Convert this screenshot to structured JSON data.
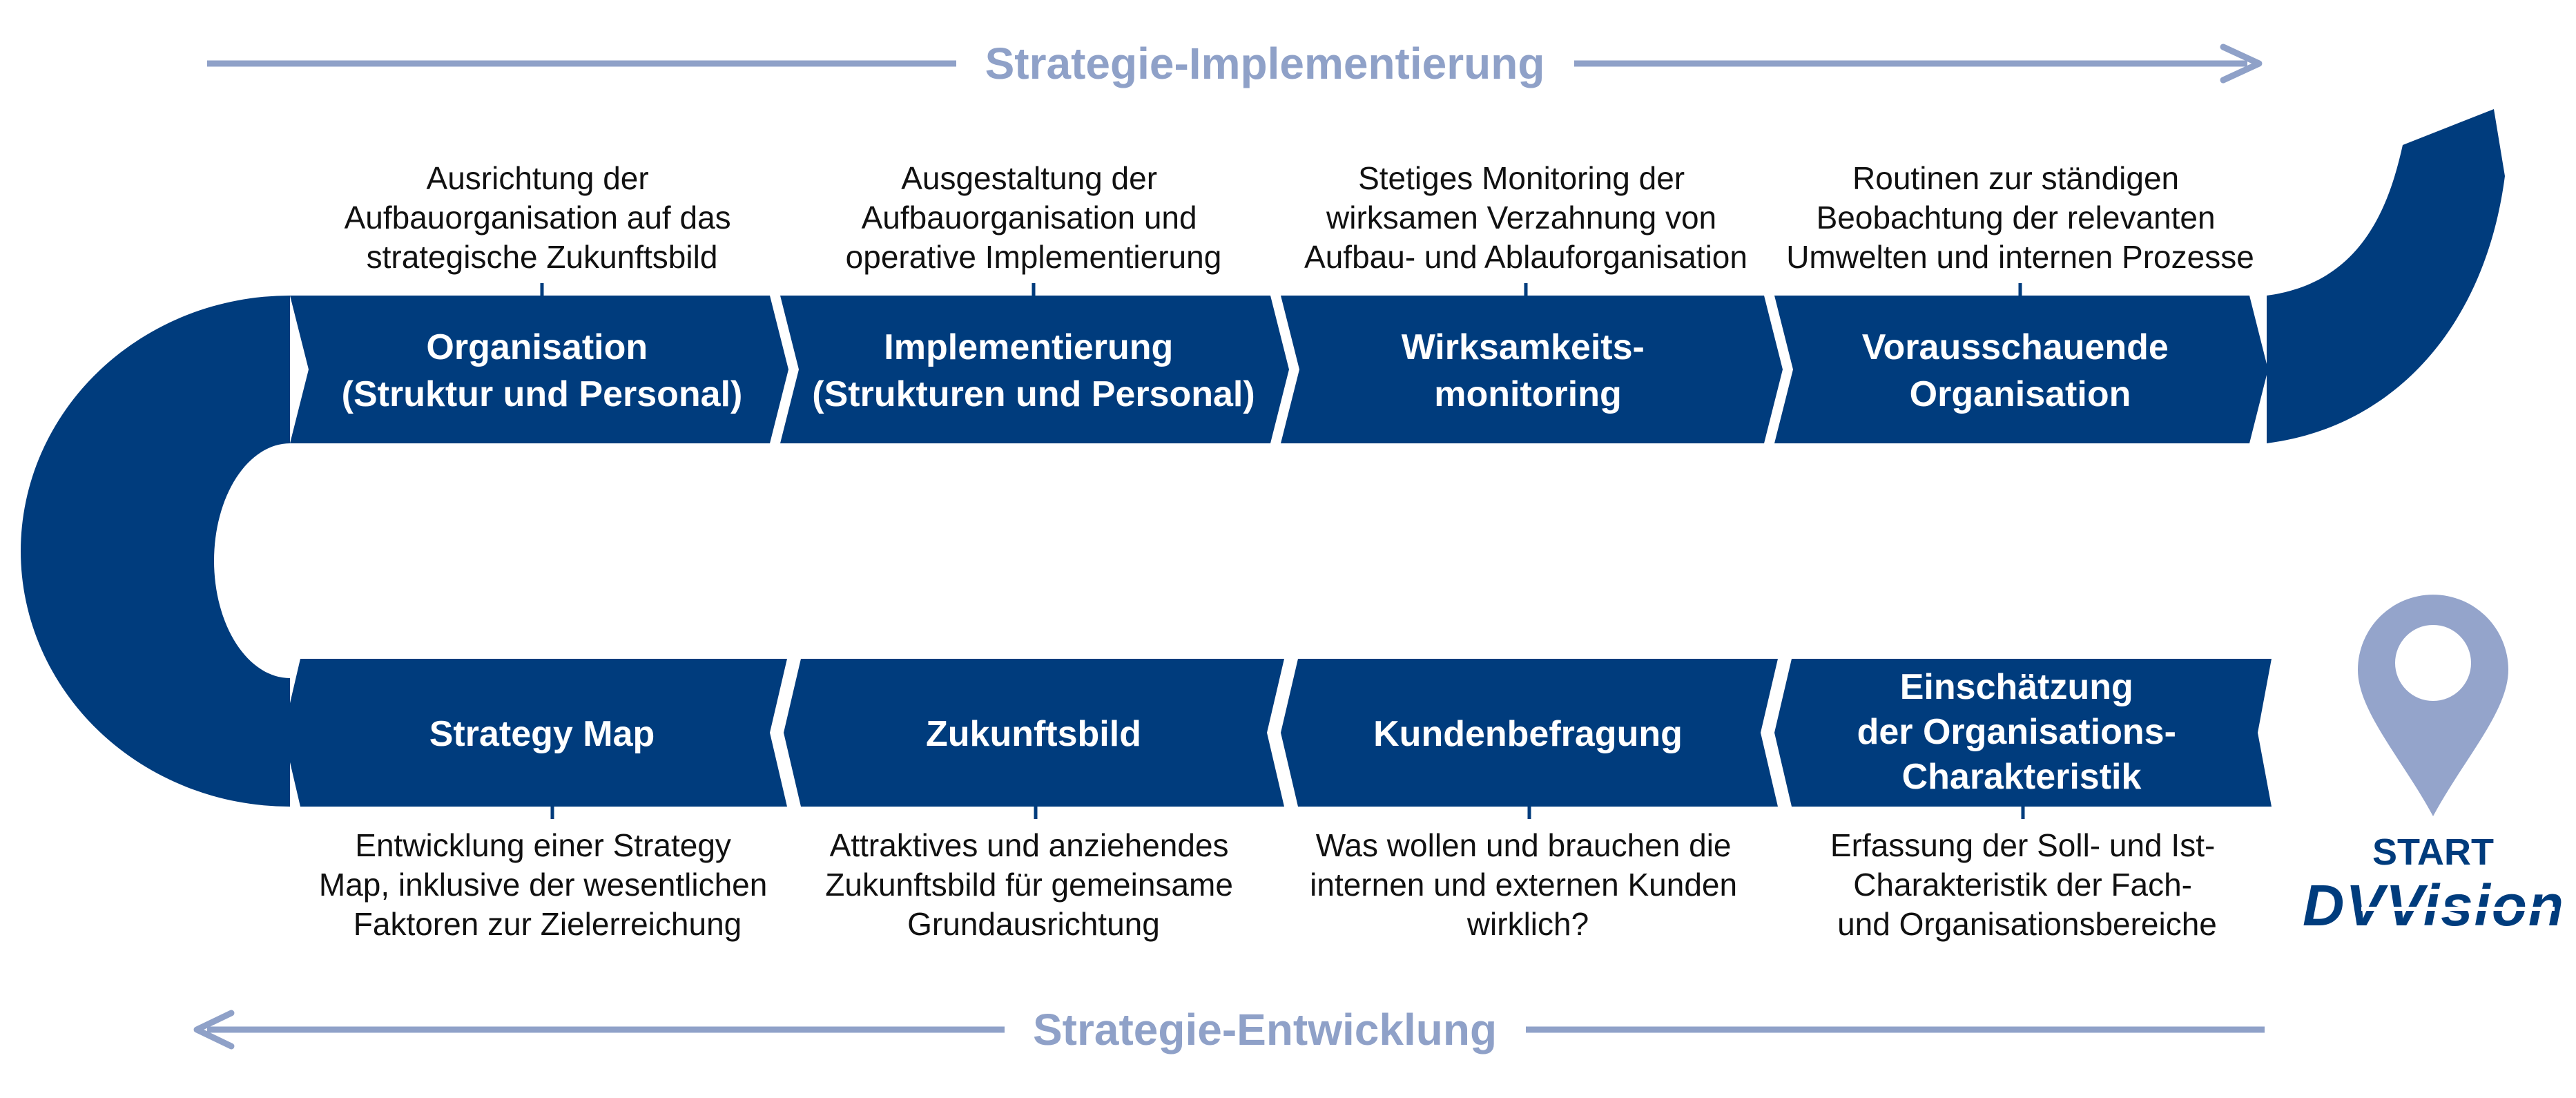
{
  "colors": {
    "primary": "#003C7D",
    "accent": "#8FA1C8",
    "text": "#111111"
  },
  "phases": {
    "top": "Strategie-Implementierung",
    "bottom": "Strategie-Entwicklung"
  },
  "top_steps": [
    {
      "title": [
        "Organisation",
        "(Struktur und Personal)"
      ],
      "desc": [
        "Ausrichtung der",
        "Aufbauorganisation auf das",
        "strategische Zukunftsbild"
      ]
    },
    {
      "title": [
        "Implementierung",
        "(Strukturen und Personal)"
      ],
      "desc": [
        "Ausgestaltung der",
        "Aufbauorganisation und",
        "operative Implementierung"
      ]
    },
    {
      "title": [
        "Wirksamkeits-",
        "monitoring"
      ],
      "desc": [
        "Stetiges Monitoring der",
        "wirksamen Verzahnung von",
        "Aufbau- und Ablauforganisation"
      ]
    },
    {
      "title": [
        "Vorausschauende",
        "Organisation"
      ],
      "desc": [
        "Routinen zur ständigen",
        "Beobachtung der relevanten",
        "Umwelten und internen Prozesse"
      ]
    }
  ],
  "bottom_steps": [
    {
      "title": [
        "Strategy Map"
      ],
      "desc": [
        "Entwicklung einer Strategy",
        "Map, inklusive der wesentlichen",
        "Faktoren zur Zielerreichung"
      ]
    },
    {
      "title": [
        "Zukunftsbild"
      ],
      "desc": [
        "Attraktives und anziehendes",
        "Zukunftsbild für gemeinsame",
        "Grundausrichtung"
      ]
    },
    {
      "title": [
        "Kundenbefragung"
      ],
      "desc": [
        "Was wollen und brauchen die",
        "internen und externen Kunden",
        "wirklich?"
      ]
    },
    {
      "title": [
        "Einschätzung",
        "der Organisations-",
        "Charakteristik"
      ],
      "desc": [
        "Erfassung der Soll- und Ist-",
        "Charakteristik der Fach-",
        "und Organisationsbereiche"
      ]
    }
  ],
  "start": {
    "label": "START",
    "brand": "DVVision",
    "icon": "location-pin-icon"
  }
}
